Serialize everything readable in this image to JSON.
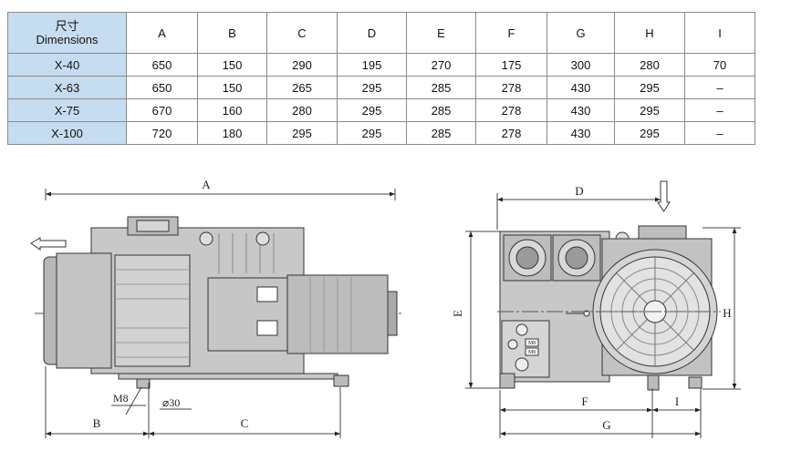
{
  "table": {
    "header_cn": "尺寸",
    "header_en": "Dimensions",
    "columns": [
      "A",
      "B",
      "C",
      "D",
      "E",
      "F",
      "G",
      "H",
      "I"
    ],
    "rows": [
      {
        "model": "X-40",
        "values": [
          "650",
          "150",
          "290",
          "195",
          "270",
          "175",
          "300",
          "280",
          "70"
        ]
      },
      {
        "model": "X-63",
        "values": [
          "650",
          "150",
          "265",
          "295",
          "285",
          "278",
          "430",
          "295",
          "–"
        ]
      },
      {
        "model": "X-75",
        "values": [
          "670",
          "160",
          "280",
          "295",
          "285",
          "278",
          "430",
          "295",
          "–"
        ]
      },
      {
        "model": "X-100",
        "values": [
          "720",
          "180",
          "295",
          "295",
          "285",
          "278",
          "430",
          "295",
          "–"
        ]
      }
    ]
  },
  "side_view": {
    "label_A": "A",
    "label_B": "B",
    "label_C": "C",
    "label_M8": "M8",
    "label_dia30": "⌀30"
  },
  "end_view": {
    "label_D": "D",
    "label_E": "E",
    "label_F": "F",
    "label_G": "G",
    "label_H": "H",
    "label_I": "I",
    "plate_1": "M8",
    "plate_2": "M8"
  },
  "colors": {
    "header_fill": "#c6dcf0",
    "body_fill": "#c8c8c8",
    "line": "#333333"
  }
}
